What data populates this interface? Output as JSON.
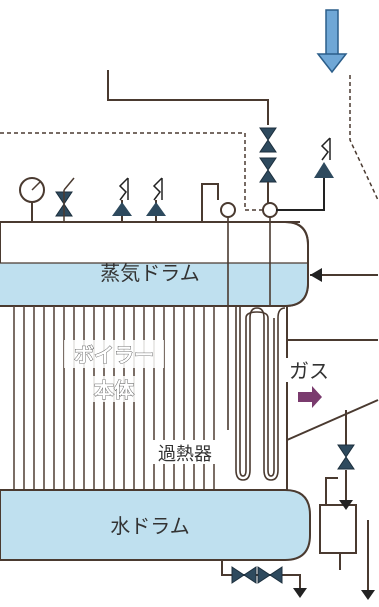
{
  "labels": {
    "steam_drum": "蒸気ドラム",
    "boiler_body_line1": "ボイラー",
    "boiler_body_line2": "本体",
    "gas": "ガス",
    "superheater": "過熱器",
    "water_drum": "水ドラム"
  },
  "colors": {
    "drum_fill": "#bfe0ef",
    "line": "#4a3a30",
    "valve": "#2e4a5e",
    "top_arrow": "#6fa7d6",
    "gas_arrow": "#7a3b6e"
  },
  "icons": {
    "flow_in": "down-arrow-icon",
    "gas_flow": "right-arrow-icon",
    "gauge": "pressure-gauge-icon",
    "safety_valve": "safety-valve-icon",
    "stop_valve": "stop-valve-icon"
  }
}
